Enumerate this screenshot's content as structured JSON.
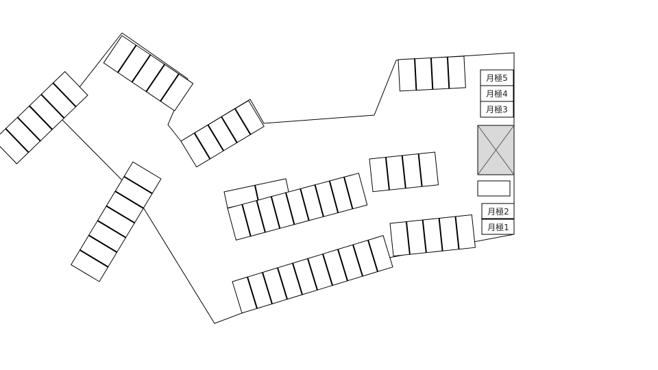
{
  "monthly_spaces": [
    "月極5",
    "月極4",
    "月極3",
    "月極2",
    "月極1"
  ],
  "colors": {
    "line": "#000000",
    "facility_fill": "#d9d9d9"
  },
  "rows": [
    {
      "name": "upper-left-angled-row",
      "stalls": 5
    },
    {
      "name": "left-upper-row",
      "stalls": 6
    },
    {
      "name": "left-lower-row",
      "stalls": 7
    },
    {
      "name": "bottom-row",
      "stalls": 10
    },
    {
      "name": "bottom-right-row",
      "stalls": 5
    },
    {
      "name": "center-upper-small-row",
      "stalls": 2
    },
    {
      "name": "center-long-row",
      "stalls": 9
    },
    {
      "name": "center-right-row",
      "stalls": 4
    },
    {
      "name": "middle-upper-row",
      "stalls": 5
    },
    {
      "name": "top-right-row",
      "stalls": 4
    }
  ]
}
